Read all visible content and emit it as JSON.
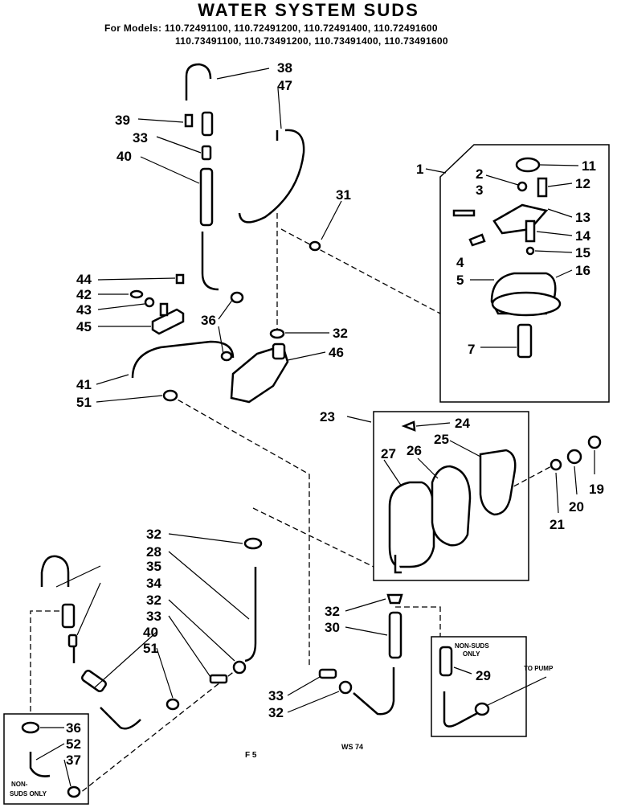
{
  "title": "WATER SYSTEM SUDS",
  "models_line_1": "For Models: 110.72491100, 110.72491200, 110.72491400, 110.72491600",
  "models_line_2": "110.73491100, 110.73491200, 110.73491400, 110.73491600",
  "part_labels": {
    "p38": "38",
    "p47": "47",
    "p39": "39",
    "p33a": "33",
    "p40a": "40",
    "p31": "31",
    "p44": "44",
    "p42": "42",
    "p43": "43",
    "p45": "45",
    "p36a": "36",
    "p32a": "32",
    "p46": "46",
    "p41": "41",
    "p51a": "51",
    "p1": "1",
    "p2": "2",
    "p3": "3",
    "p4": "4",
    "p5": "5",
    "p7": "7",
    "p11": "11",
    "p12": "12",
    "p13": "13",
    "p14": "14",
    "p15": "15",
    "p16": "16",
    "p23": "23",
    "p24": "24",
    "p25": "25",
    "p26": "26",
    "p27": "27",
    "p19": "19",
    "p20": "20",
    "p21": "21",
    "p32b": "32",
    "p28": "28",
    "p35": "35",
    "p34": "34",
    "p32c": "32",
    "p33b": "33",
    "p40b": "40",
    "p51b": "51",
    "p32d": "32",
    "p30": "30",
    "p29": "29",
    "p33c": "33",
    "p32e": "32",
    "p36b": "36",
    "p52": "52",
    "p37": "37"
  },
  "notes": {
    "non_suds_only_1": "NON-SUDS",
    "non_suds_only_2": "ONLY",
    "to_pump": "TO PUMP",
    "non_suds_only_3": "NON-",
    "non_suds_only_4": "SUDS ONLY",
    "footer_left": "F 5",
    "footer_mid": "WS 74"
  }
}
